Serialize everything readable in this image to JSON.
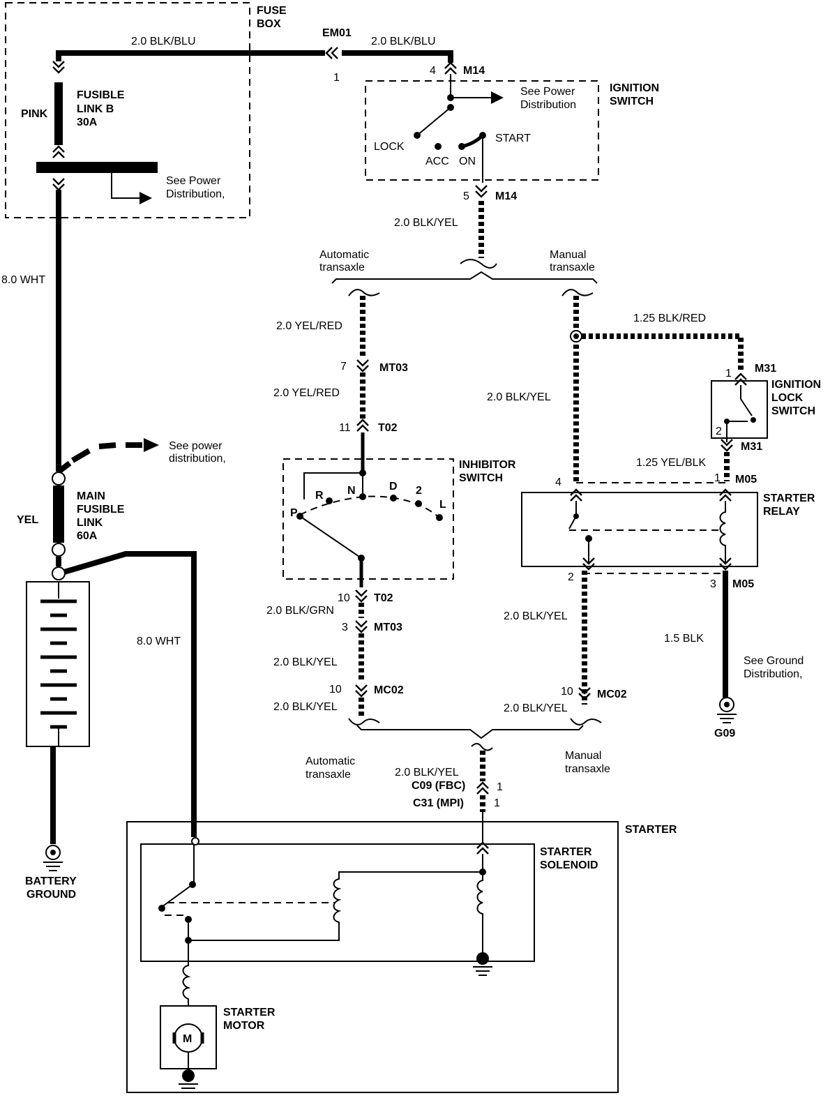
{
  "fuse_box": {
    "title_1": "FUSE",
    "title_2": "BOX",
    "see_power_1": "See Power",
    "see_power_2": "Distribution,"
  },
  "fusible_link_b": {
    "line_1": "FUSIBLE",
    "line_2": "LINK B",
    "line_3": "30A",
    "wire_color": "PINK"
  },
  "top_wire": {
    "left_label": "2.0 BLK/BLU",
    "right_label": "2.0 BLK/BLU",
    "connector": "EM01",
    "pin": "1"
  },
  "ignition_switch": {
    "title_1": "IGNITION",
    "title_2": "SWITCH",
    "see_power_1": "See Power",
    "see_power_2": "Distribution",
    "lock": "LOCK",
    "acc": "ACC",
    "on": "ON",
    "start": "START",
    "conn_top_pin": "4",
    "conn_top": "M14",
    "conn_bottom_pin": "5",
    "conn_bottom": "M14"
  },
  "blk_yel_main": "2.0 BLK/YEL",
  "split_top": {
    "auto_1": "Automatic",
    "auto_2": "transaxle",
    "manual_1": "Manual",
    "manual_2": "transaxle"
  },
  "auto_branch": {
    "wire_1": "2.0 YEL/RED",
    "pin_1": "7",
    "conn_1": "MT03",
    "wire_2": "2.0 YEL/RED",
    "pin_2": "11",
    "conn_2": "T02",
    "pin_3": "10",
    "conn_3": "T02",
    "wire_3": "2.0 BLK/GRN",
    "pin_4": "3",
    "conn_4": "MT03",
    "wire_4": "2.0 BLK/YEL",
    "pin_5": "10",
    "conn_5": "MC02",
    "wire_5": "2.0 BLK/YEL"
  },
  "inhibitor_switch": {
    "title_1": "INHIBITOR",
    "title_2": "SWITCH",
    "positions": [
      "P",
      "R",
      "N",
      "D",
      "2",
      "L"
    ]
  },
  "manual_branch": {
    "wire_1": "2.0 BLK/YEL",
    "wire_2": "2.0 BLK/YEL",
    "pin": "10",
    "conn": "MC02",
    "wire_3": "2.0 BLK/YEL"
  },
  "ignition_lock_switch": {
    "wire_in": "1.25 BLK/RED",
    "title_1": "IGNITION",
    "title_2": "LOCK",
    "title_3": "SWITCH",
    "pin_1": "1",
    "conn_1": "M31",
    "pin_2": "2",
    "conn_2": "M31",
    "wire_out": "1.25 YEL/BLK"
  },
  "starter_relay": {
    "title_1": "STARTER",
    "title_2": "RELAY",
    "pin_4": "4",
    "pin_1": "1",
    "conn_top": "M05",
    "pin_2": "2",
    "pin_3": "3",
    "conn_bottom": "M05"
  },
  "ground_g09": {
    "wire": "1.5 BLK",
    "see_1": "See Ground",
    "see_2": "Distribution,",
    "label": "G09"
  },
  "split_bottom": {
    "auto_1": "Automatic",
    "auto_2": "transaxle",
    "manual_1": "Manual",
    "manual_2": "transaxle"
  },
  "starter_feed": {
    "wire": "2.0 BLK/YEL",
    "conn_1": "C09 (FBC)",
    "pin_1": "1",
    "conn_2": "C31 (MPI)",
    "pin_2": "1"
  },
  "main_power": {
    "wire_wht_top": "8.0 WHT",
    "see_power_1": "See power",
    "see_power_2": "distribution,",
    "main_link_1": "MAIN",
    "main_link_2": "FUSIBLE",
    "main_link_3": "LINK",
    "main_link_4": "60A",
    "yel": "YEL",
    "wire_wht_bottom": "8.0 WHT"
  },
  "battery_ground": {
    "line_1": "BATTERY",
    "line_2": "GROUND"
  },
  "starter": {
    "title": "STARTER",
    "solenoid_1": "STARTER",
    "solenoid_2": "SOLENOID",
    "motor_1": "STARTER",
    "motor_2": "MOTOR",
    "motor_symbol": "M"
  }
}
